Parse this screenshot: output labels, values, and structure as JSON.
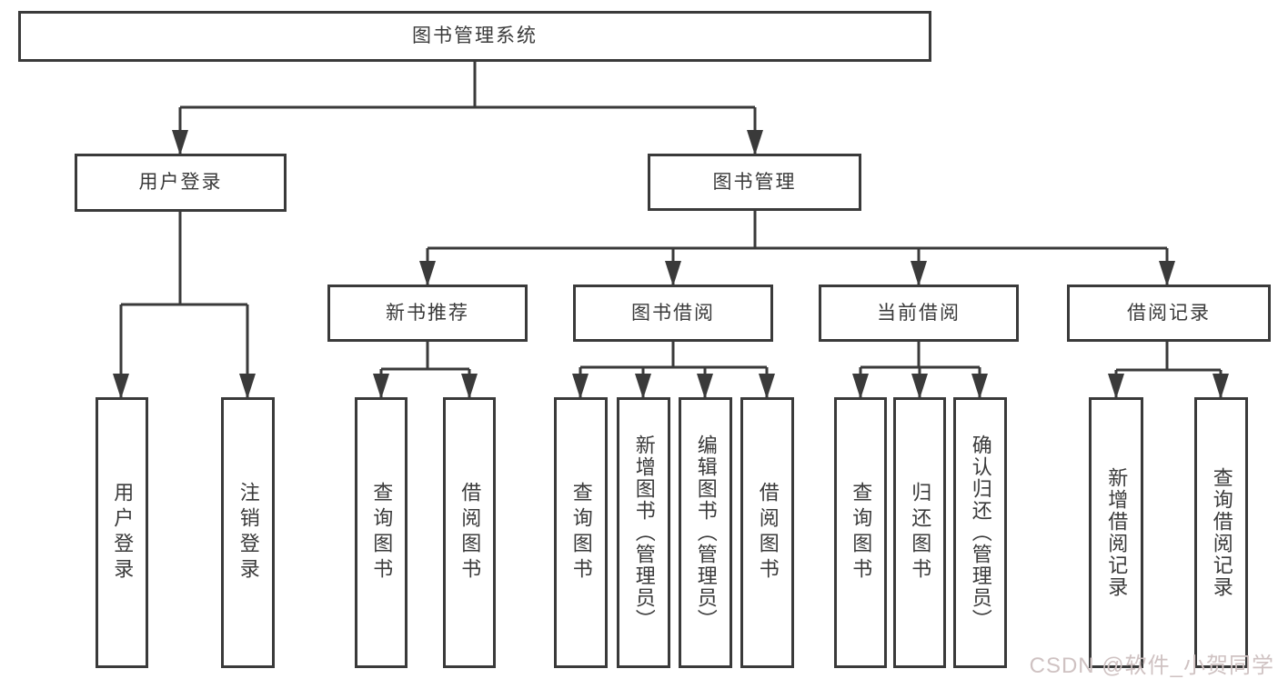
{
  "diagram": {
    "root": {
      "label": "图书管理系统"
    },
    "branches": [
      {
        "label": "用户登录",
        "children": [
          {
            "label": "用户登录"
          },
          {
            "label": "注销登录"
          }
        ]
      },
      {
        "label": "图书管理",
        "children": [
          {
            "label": "新书推荐",
            "children": [
              {
                "label": "查询图书"
              },
              {
                "label": "借阅图书"
              }
            ]
          },
          {
            "label": "图书借阅",
            "children": [
              {
                "label": "查询图书"
              },
              {
                "label": "新增图书（管理员）"
              },
              {
                "label": "编辑图书（管理员）"
              },
              {
                "label": "借阅图书"
              }
            ]
          },
          {
            "label": "当前借阅",
            "children": [
              {
                "label": "查询图书"
              },
              {
                "label": "归还图书"
              },
              {
                "label": "确认归还（管理员）"
              }
            ]
          },
          {
            "label": "借阅记录",
            "children": [
              {
                "label": "新增借阅记录"
              },
              {
                "label": "查询借阅记录"
              }
            ]
          }
        ]
      }
    ]
  },
  "watermark": {
    "text": "CSDN @软件_小贺同学"
  },
  "colors": {
    "line": "#3a3a3a",
    "text": "#3a3a3a",
    "background": "#ffffff",
    "watermark": "#cfc2c2"
  }
}
